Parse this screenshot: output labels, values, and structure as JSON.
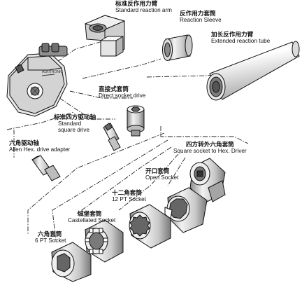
{
  "labels": {
    "standard_reaction_arm": {
      "zh": "标准反作用力臂",
      "en": "Standard reaction arm"
    },
    "reaction_sleeve": {
      "zh": "反作用力套筒",
      "en": "Reaction Sleeve"
    },
    "extended_reaction_tube": {
      "zh": "加长反作用力臂",
      "en": "Extended reaction tube"
    },
    "direct_socket_drive": {
      "zh": "直接式套筒",
      "en": "Direct socket drive"
    },
    "standard_square_drive": {
      "zh": "标准四方驱动轴",
      "en1": "Standard",
      "en2": "square drive"
    },
    "allen_hex_adapter": {
      "zh": "六角驱动轴",
      "en": "Allen Hex. drive adapter"
    },
    "square_to_hex_driver": {
      "zh": "四方转外六角套筒",
      "en": "Square socket to Hex. Driver"
    },
    "open_socket": {
      "zh": "开口套筒",
      "en": "Open Socket"
    },
    "pt12_socket": {
      "zh": "十二角套筒",
      "en": "12 PT Socket"
    },
    "castellated_socket": {
      "zh": "城堡套筒",
      "en": "Castellated Socket"
    },
    "pt6_socket": {
      "zh": "六角套筒",
      "en": "6 PT Socket"
    }
  }
}
